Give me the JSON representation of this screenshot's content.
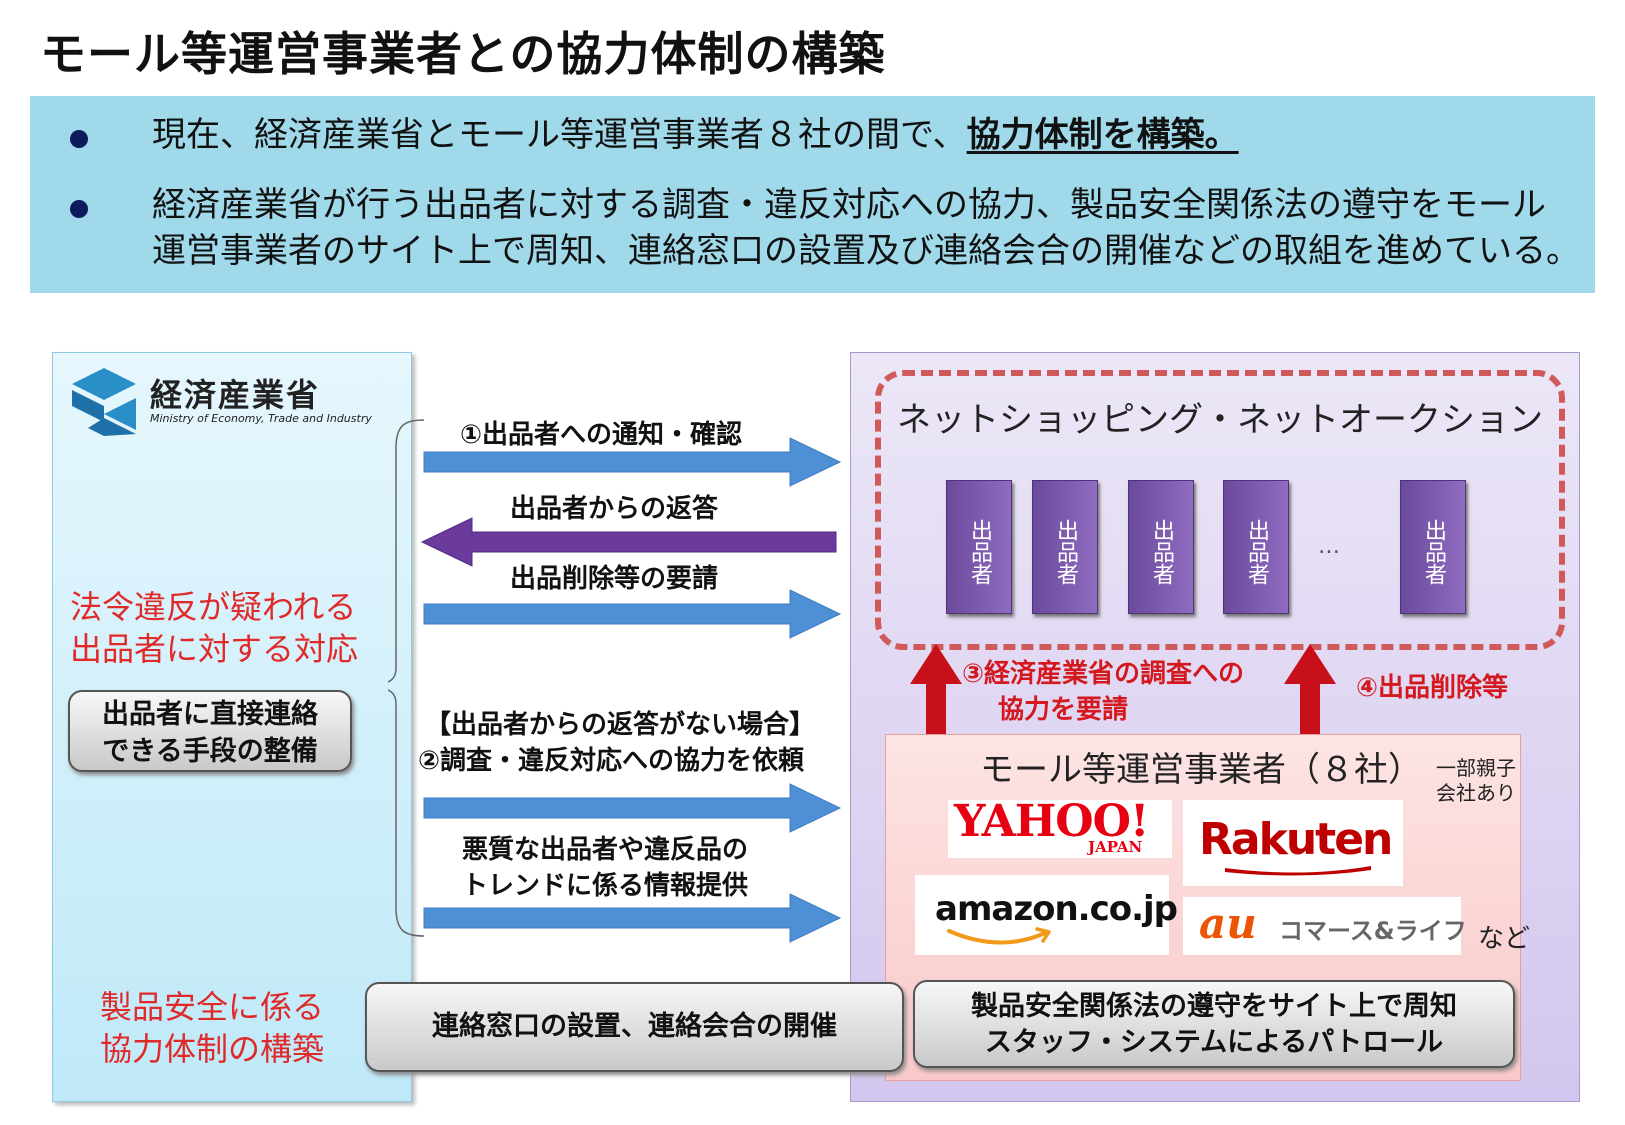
{
  "title": "モール等運営事業者との協力体制の構築",
  "summary": {
    "bullet1_text": "現在、経済産業省とモール等運営事業者８社の間で、",
    "bullet1_emphasis": "協力体制を構築。",
    "bullet2_line1": "経済産業省が行う出品者に対する調査・違反対応への協力、製品安全関係法の遵守をモール",
    "bullet2_line2": "運営事業者のサイト上で周知、連絡窓口の設置及び連絡会合の開催などの取組を進めている。"
  },
  "ministry": {
    "name": "経済産業省",
    "name_en": "Ministry of Economy, Trade and Industry"
  },
  "left": {
    "heading_line1": "法令違反が疑われる",
    "heading_line2": "出品者に対する対応",
    "button_line1": "出品者に直接連絡",
    "button_line2": "できる手段の整備",
    "heading2_line1": "製品安全に係る",
    "heading2_line2": "協力体制の構築"
  },
  "arrows": {
    "notify": "①出品者への通知・確認",
    "reply": "出品者からの返答",
    "delete_request": "出品削除等の要請",
    "no_reply": "【出品者からの返答がない場合】",
    "cooperate": "②調査・違反対応への協力を依頼",
    "info_line1": "悪質な出品者や違反品の",
    "info_line2": "トレンドに係る情報提供",
    "survey_line1": "③経済産業省の調査への",
    "survey_line2": "協力を要請",
    "deletion": "④出品削除等"
  },
  "market": {
    "title": "ネットショッピング・ネットオークション",
    "seller_label": "出品者",
    "ellipsis": "…"
  },
  "operators": {
    "title": "モール等運営事業者（８社）",
    "note_line1": "一部親子",
    "note_line2": "会社あり",
    "yahoo": "YAHOO!",
    "yahoo_sub": "JAPAN",
    "rakuten": "Rakuten",
    "amazon": "amazon.co.jp",
    "au_mark": "au",
    "au_text": "コマース&ライフ",
    "etc": "など"
  },
  "bottom": {
    "contact": "連絡窓口の設置、連絡会合の開催",
    "patrol_line1": "製品安全関係法の遵守をサイト上で周知",
    "patrol_line2": "スタッフ・システムによるパトロール"
  },
  "colors": {
    "summary_bg": "#9fd9ea",
    "blue_arrow": "#4f8fd6",
    "purple_arrow": "#6a3a9c",
    "red_arrow": "#c8101a",
    "red_text": "#e02a2a"
  }
}
